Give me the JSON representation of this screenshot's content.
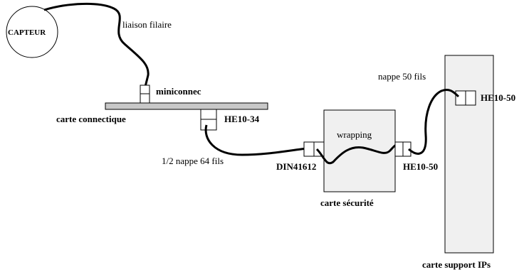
{
  "sensor": {
    "label": "CAPTEUR"
  },
  "cables": {
    "wired_link": "liaison filaire",
    "half_ribbon": "1/2 nappe 64 fils",
    "ribbon_50": "nappe 50 fils"
  },
  "connectors": {
    "miniconnec": "miniconnec",
    "he10_34": "HE10-34",
    "din41612": "DIN41612",
    "he10_50_security": "HE10-50",
    "he10_50_support": "HE10-50"
  },
  "boards": {
    "connection_board": "carte connectique",
    "safety_board": "carte sécurité",
    "wrapping": "wrapping",
    "ip_support_board": "carte support IPs"
  }
}
